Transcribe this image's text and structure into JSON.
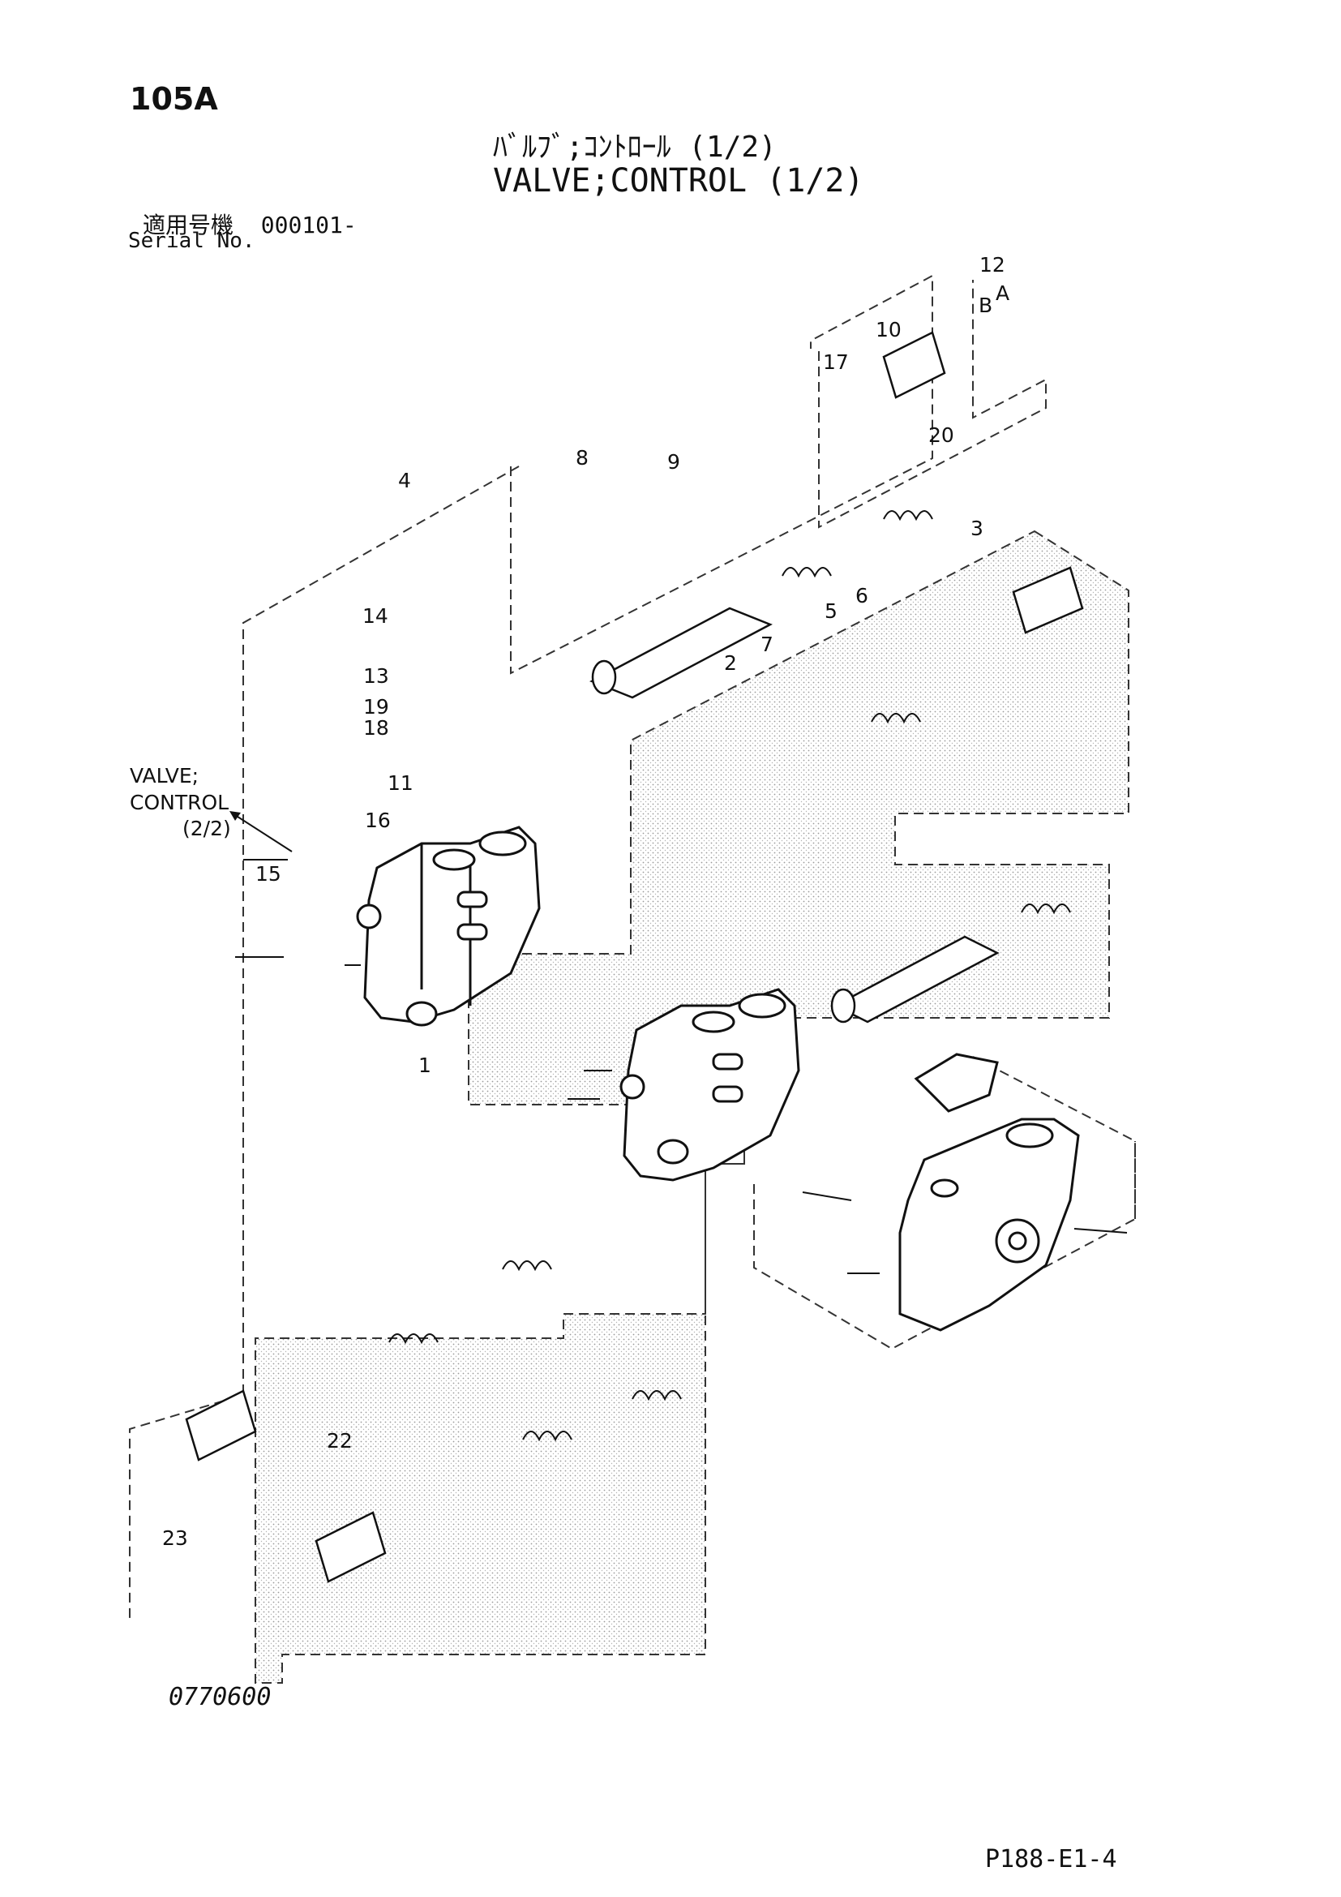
{
  "header": {
    "page_no": "105A",
    "title_jp": "ﾊﾞﾙﾌﾞ;ｺﾝﾄﾛｰﾙ (1/2)",
    "title_en": "VALVE;CONTROL (1/2)",
    "serial_label_jp": "適用号機",
    "serial_value": "000101-",
    "serial_label_en": "Serial No."
  },
  "callouts": [
    "1",
    "2",
    "3",
    "4",
    "5",
    "6",
    "7",
    "8",
    "9",
    "10",
    "11",
    "12",
    "13",
    "14",
    "15",
    "16",
    "17",
    "18",
    "19",
    "20",
    "22",
    "23",
    "A",
    "B"
  ],
  "reference_note": {
    "line1": "VALVE;",
    "line2": "CONTROL",
    "line3": "(2/2)"
  },
  "footer": {
    "drawing_no": "0770600",
    "sheet_ref": "P188-E1-4"
  }
}
